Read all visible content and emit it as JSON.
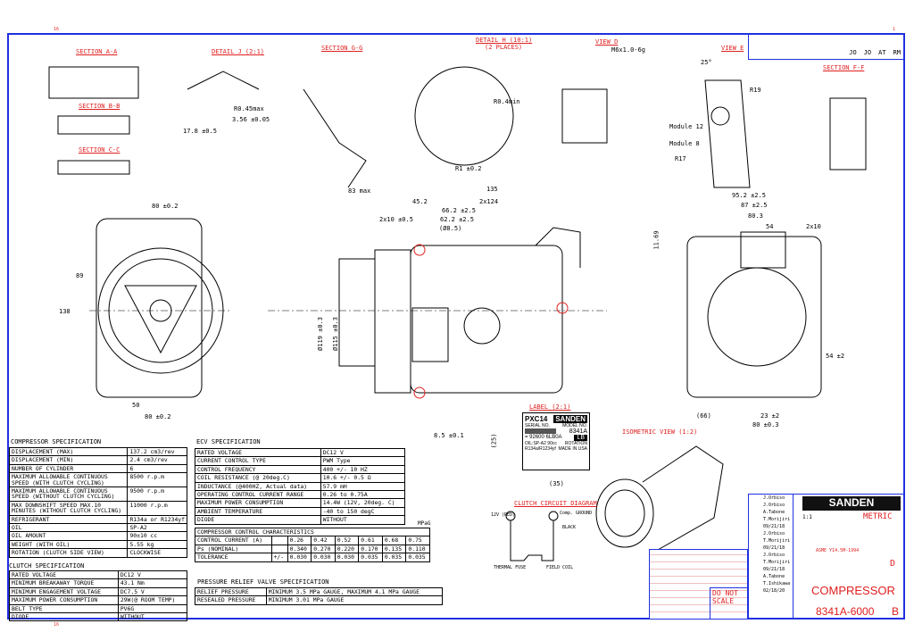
{
  "titles": {
    "section_aa": "SECTION A-A",
    "detail_j": "DETAIL J (2:1)",
    "section_gg": "SECTION G-G",
    "detail_h": "DETAIL H (10:1)",
    "detail_h_sub": "(2 PLACES)",
    "view_d": "VIEW D",
    "view_e": "VIEW E",
    "section_bb": "SECTION B-B",
    "section_cc": "SECTION C-C",
    "section_ff": "SECTION F-F",
    "label": "LABEL (2:1)",
    "clutch_circuit": "CLUTCH CIRCUIT DIAGRAM",
    "isometric": "ISOMETRIC VIEW (1:2)"
  },
  "dims": [
    "80 ±0.2",
    "89",
    "138",
    "50",
    "80 ±0.2",
    "83 max",
    "45.2",
    "135",
    "2x124",
    "66.2 ±2.5",
    "62.2 ±2.5",
    "(Ø8.5)",
    "2x10 ±0.5",
    "Ø119 ±0.3",
    "Ø115 ±0.3",
    "8.5 ±0.1",
    "95.2 ±2.5",
    "87 ±2.5",
    "80.3",
    "54",
    "2x10",
    "(66)",
    "23 ±2",
    "80 ±0.3",
    "54 ±2",
    "17.8 ±0.5",
    "3.56 ±0.05",
    "R0.45max",
    "R0.4min",
    "R1 ±0.2",
    "M6x1.0-6g",
    "Module 12",
    "Module 8",
    "R17",
    "R19",
    "25°",
    "(35)",
    "(25)",
    "11.69"
  ],
  "compressor_spec": {
    "caption": "COMPRESSOR SPECIFICATION",
    "rows": [
      [
        "DISPLACEMENT (MAX)",
        "137.2 cm3/rev"
      ],
      [
        "DISPLACEMENT (MIN)",
        "2.4 cm3/rev"
      ],
      [
        "NUMBER OF CYLINDER",
        "6"
      ],
      [
        "MAXIMUM ALLOWABLE CONTINUOUS SPEED (WITH CLUTCH CYCLING)",
        "8500 r.p.m"
      ],
      [
        "MAXIMUM ALLOWABLE CONTINUOUS SPEED (WITHOUT CLUTCH CYCLING)",
        "9500 r.p.m"
      ],
      [
        "MAX DOWNSHIFT SPEED MAX.10 MINUTES (WITHOUT CLUTCH CYCLING)",
        "11000 r.p.m"
      ],
      [
        "REFRIGERANT",
        "R134a or R1234yf"
      ],
      [
        "OIL",
        "SP-A2"
      ],
      [
        "OIL AMOUNT",
        "90±10 cc"
      ],
      [
        "WEIGHT (WITH OIL)",
        "5.55 kg"
      ],
      [
        "ROTATION (CLUTCH SIDE VIEW)",
        "CLOCKWISE"
      ]
    ]
  },
  "clutch_spec": {
    "caption": "CLUTCH SPECIFICATION",
    "rows": [
      [
        "RATED VOLTAGE",
        "DC12 V"
      ],
      [
        "MINIMUM BREAKAWAY TORQUE",
        "43.1 Nm"
      ],
      [
        "MINIMUM ENGAGEMENT VOLTAGE",
        "DC7.5 V"
      ],
      [
        "MAXIMUM POWER CONSUMPTION",
        "29W(@ ROOM TEMP)"
      ],
      [
        "BELT TYPE",
        "PV6G"
      ],
      [
        "DIODE",
        "WITHOUT"
      ]
    ]
  },
  "ecv_spec": {
    "caption": "ECV SPECIFICATION",
    "rows": [
      [
        "RATED VOLTAGE",
        "DC12 V"
      ],
      [
        "CURRENT CONTROL TYPE",
        "PWM Type"
      ],
      [
        "CONTROL FREQUENCY",
        "400 +/- 10 HZ"
      ],
      [
        "COIL RESISTANCE (@ 20deg.C)",
        "10.6 +/- 0.5 Ω"
      ],
      [
        "INDUCTANCE (@400HZ, Actual data)",
        "57.9 mH"
      ],
      [
        "OPERATING CONTROL CURRENT RANGE",
        "0.26 to 0.75A"
      ],
      [
        "MAXIMUM POWER CONSUMPTION",
        "14.4W (12V, 20deg. C)"
      ],
      [
        "AMBIENT TEMPERATURE",
        "-40 to 150 degC"
      ],
      [
        "DIODE",
        "WITHOUT"
      ]
    ]
  },
  "control_chars": {
    "unit": "MPaG",
    "caption": "COMPRESSOR CONTROL CHARACTERISTICS",
    "rows": [
      [
        "CONTROL CURRENT (A)",
        "",
        "0.26",
        "0.42",
        "0.52",
        "0.61",
        "0.68",
        "0.75"
      ],
      [
        "Ps (NOMINAL)",
        "",
        "0.340",
        "0.270",
        "0.220",
        "0.170",
        "0.135",
        "0.110"
      ],
      [
        "TOLERANCE",
        "+/-",
        "0.030",
        "0.030",
        "0.030",
        "0.035",
        "0.035",
        "0.035"
      ]
    ]
  },
  "relief_valve": {
    "caption": "PRESSURE RELIEF VALVE SPECIFICATION",
    "rows": [
      [
        "RELIEF PRESSURE",
        "MINIMUM 3.5 MPa GAUGE, MAXIMUM 4.1 MPa GAUGE"
      ],
      [
        "RESEALED PRESSURE",
        "MINIMUM 3.01 MPa GAUGE"
      ]
    ]
  },
  "label_plate": {
    "model": "PXC14",
    "brand": "SANDEN",
    "serial_label": "SERIAL NO.",
    "model_label": "MODEL NO.",
    "serial": "= 92600 6LB0A",
    "model_no": "8341A",
    "code": "LB",
    "rotation": "ROTATION",
    "oil": "OIL:SP-A2 90cc",
    "refrigerant": "R134a/R1234yf",
    "made": "MADE IN USA"
  },
  "circuit": {
    "plus": "12V (RED)",
    "minus": "Comp. GROUND",
    "black": "BLACK",
    "fuse": "THERMAL FUSE",
    "coil": "FIELD COIL"
  },
  "title_block": {
    "brand": "SANDEN",
    "scale_label": "1:1",
    "units": "METRIC",
    "standard": "ASME Y14.5M-1994",
    "size": "D",
    "name": "COMPRESSOR",
    "dwg_no": "8341A-6000",
    "rev": "B",
    "dnc": "DO NOT SCALE",
    "signers": [
      [
        "J.Orbiso",
        "J.Orbiso",
        "A.Tabone",
        "T.Morijiri",
        "09/21/18"
      ],
      [
        "J.Orbiso",
        "T.Morijiri",
        "09/21/18"
      ],
      [
        "J.Orbiso",
        "T.Morijiri",
        "09/21/18"
      ],
      [
        "A.Tabone",
        "T.Ishikawa",
        "02/18/20"
      ]
    ],
    "rev_initials": [
      "JO",
      "JO",
      "AT",
      "RM"
    ]
  },
  "colors": {
    "border": "#2030e0",
    "accent": "#e02020"
  }
}
